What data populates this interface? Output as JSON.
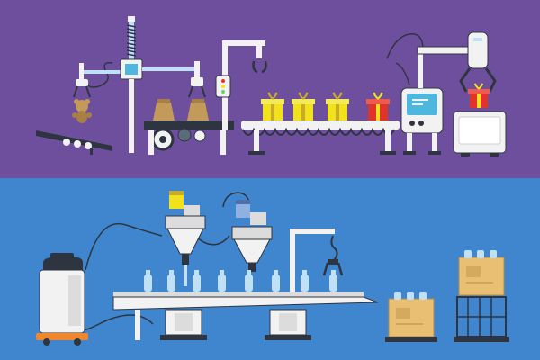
{
  "image_kind": "flat vector illustration",
  "scenes": [
    {
      "id": "toy-factory",
      "background": "#6e4f9e",
      "items": [
        "teddy-bear-grabber",
        "input-conveyor",
        "sack-packer",
        "gift-conveyor",
        "control-panel",
        "robotic-claw",
        "packing-press"
      ],
      "gift_colors": [
        "#f2e21c",
        "#f2e21c",
        "#f2e21c",
        "#e0342a"
      ]
    },
    {
      "id": "bottle-factory",
      "background": "#3f86cf",
      "items": [
        "vacuum-pump",
        "filler-hoppers",
        "bottle-conveyor",
        "bottle-gripper",
        "packed-cartons",
        "bottle-cage"
      ],
      "bottle_color": "#bfe0f6"
    }
  ],
  "colors": {
    "purple": "#6e4f9e",
    "blue": "#3f86cf",
    "machine_white": "#f2f2f2",
    "dark": "#2f3540",
    "cardboard": "#e9bf74",
    "sack": "#c49a5a",
    "orange": "#f0862e",
    "screen": "#4db7e0",
    "red": "#e0342a",
    "yellow": "#f2e21c",
    "led_green": "#6ad06a"
  }
}
